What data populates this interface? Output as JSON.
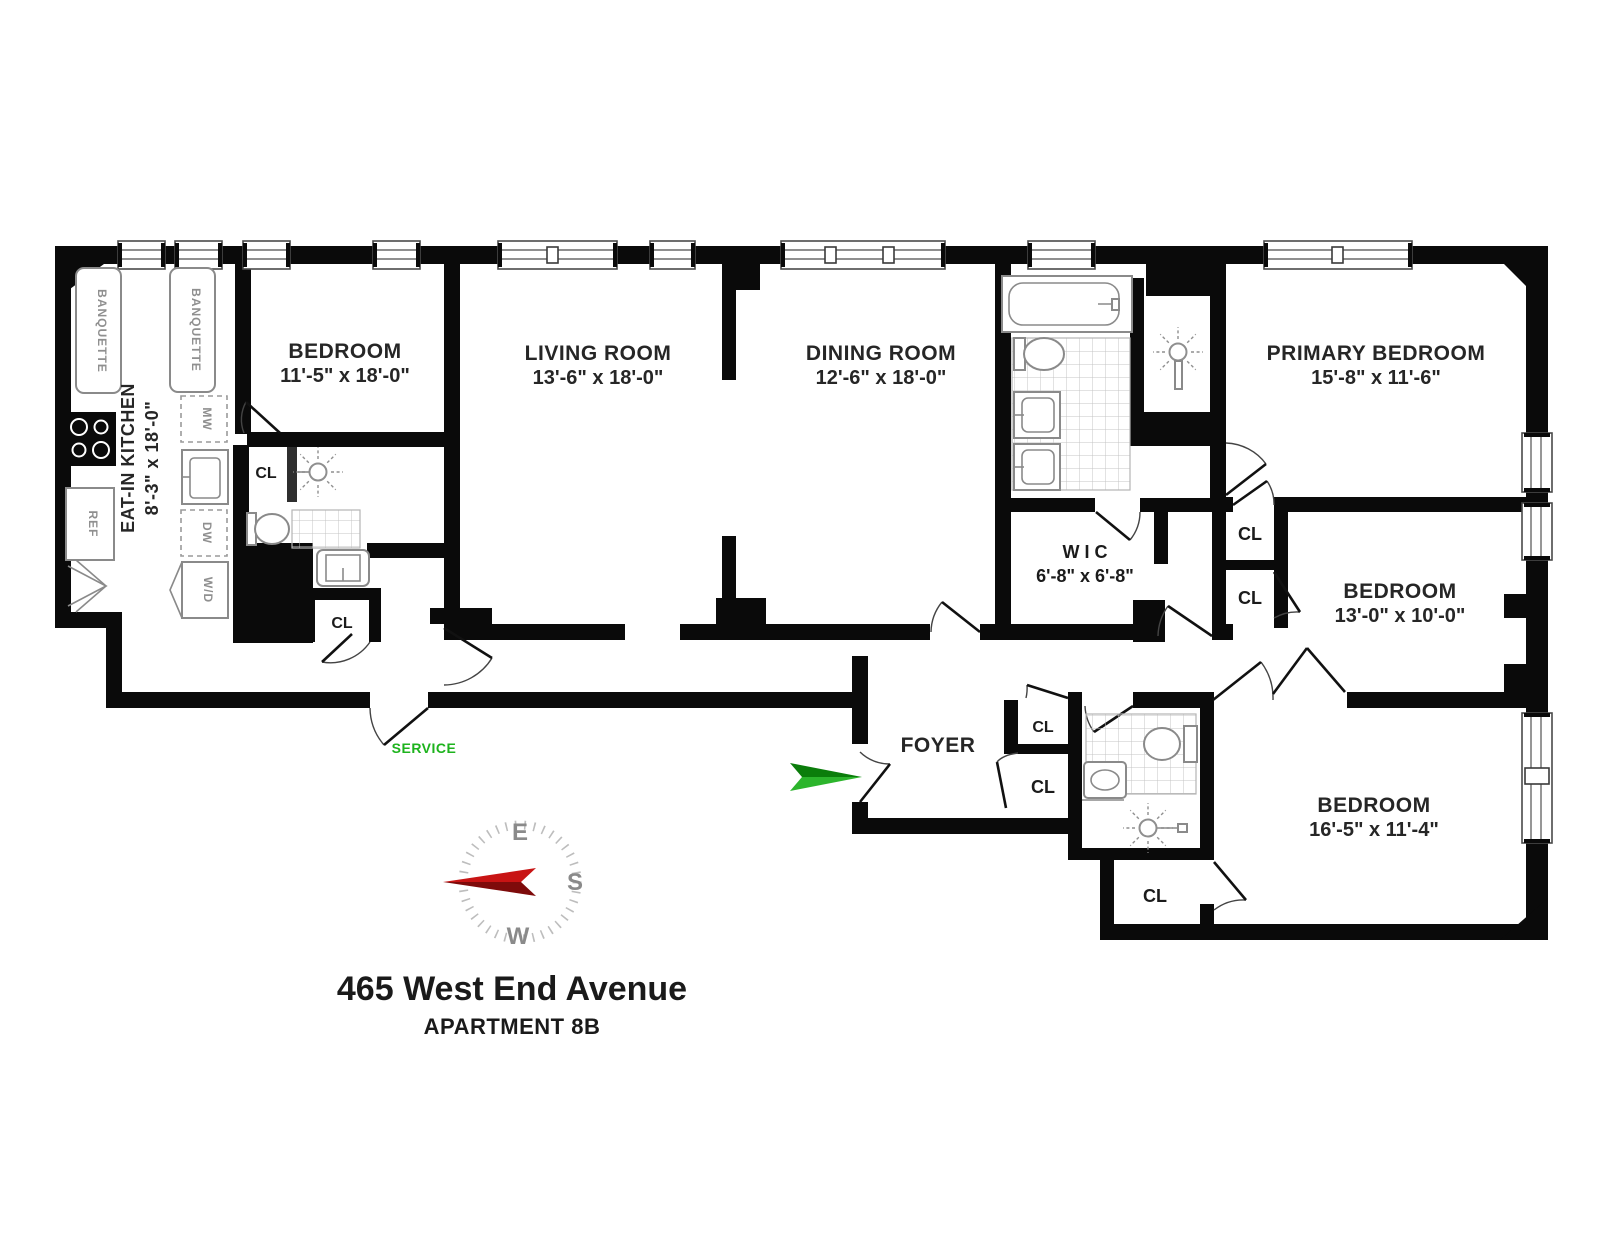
{
  "page": {
    "background": "#ffffff",
    "type": "floor-plan"
  },
  "title": {
    "address": "465 West End Avenue",
    "unit": "APARTMENT 8B"
  },
  "rooms": {
    "kitchen": {
      "name": "EAT-IN KITCHEN",
      "dims": "8'-3\" x 18'-0\""
    },
    "bedroom_a": {
      "name": "BEDROOM",
      "dims": "11'-5\" x 18'-0\""
    },
    "living_room": {
      "name": "LIVING ROOM",
      "dims": "13'-6\" x 18'-0\""
    },
    "dining_room": {
      "name": "DINING ROOM",
      "dims": "12'-6\" x 18'-0\""
    },
    "primary_bedroom": {
      "name": "PRIMARY BEDROOM",
      "dims": "15'-8\" x 11'-6\""
    },
    "bedroom_b": {
      "name": "BEDROOM",
      "dims": "13'-0\" x 10'-0\""
    },
    "bedroom_c": {
      "name": "BEDROOM",
      "dims": "16'-5\" x 11'-4\""
    },
    "wic": {
      "name": "W I C",
      "dims": "6'-8\" x 6'-8\""
    },
    "foyer": {
      "name": "FOYER"
    }
  },
  "labels": {
    "closet": "CL",
    "service": "SERVICE",
    "banquette": "BANQUETTE",
    "refrigerator": "REF",
    "microwave": "MW",
    "dishwasher": "DW",
    "washer_dryer": "W/D"
  },
  "compass": {
    "east": "E",
    "south": "S",
    "west": "W"
  },
  "colors": {
    "wall": "#0a0a0a",
    "fixture_gray": "#8a8a8a",
    "service_green": "#1db31d",
    "arrow_green_light": "#2cb52c",
    "arrow_green_dark": "#0b7d0b",
    "needle_red": "#c81414",
    "needle_dark_red": "#7e0b0b"
  }
}
